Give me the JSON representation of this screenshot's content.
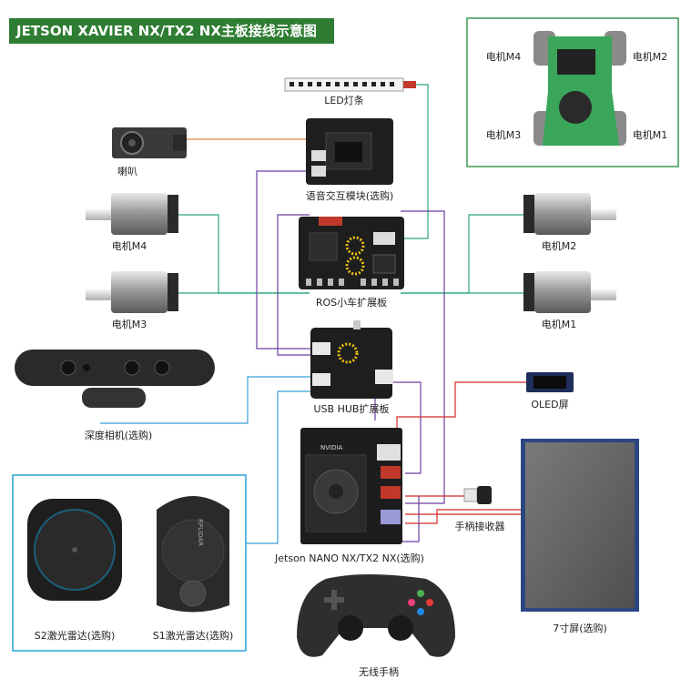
{
  "title": "JETSON XAVIER NX/TX2 NX主板接线示意图",
  "labels": {
    "led": "LED灯条",
    "speaker": "喇叭",
    "voice": "语音交互模块(选购)",
    "motor_m4_left": "电机M4",
    "motor_m3_left": "电机M3",
    "motor_m2_right": "电机M2",
    "motor_m1_right": "电机M1",
    "ros_board": "ROS小车扩展板",
    "usb_hub": "USB HUB扩展板",
    "depth_camera": "深度相机(选购)",
    "oled": "OLED屏",
    "receiver": "手柄接收器",
    "jetson": "Jetson NANO NX/TX2 NX(选购)",
    "s2_lidar": "S2激光雷达(选购)",
    "s1_lidar": "S1激光雷达(选购)",
    "gamepad": "无线手柄",
    "screen": "7寸屏(选购)",
    "car_m4": "电机M4",
    "car_m2": "电机M2",
    "car_m3": "电机M3",
    "car_m1": "电机M1",
    "lidar_brand": "RPLIDAR",
    "jetson_brand": "NVIDIA"
  },
  "colors": {
    "title_bg": "#2e7d32",
    "frame_green": "#3a9a52",
    "frame_blue": "#29a3d8",
    "wire_green": "#2aa876",
    "wire_purple": "#6a3fa0",
    "wire_red": "#d62828",
    "wire_blue": "#3aa0d8",
    "wire_orange": "#d9894a"
  },
  "icons": [
    "speaker-icon",
    "led-strip-icon",
    "motor-icon",
    "camera-icon",
    "lidar-icon",
    "gamepad-icon",
    "screen-icon",
    "usb-receiver-icon",
    "board-icon"
  ]
}
